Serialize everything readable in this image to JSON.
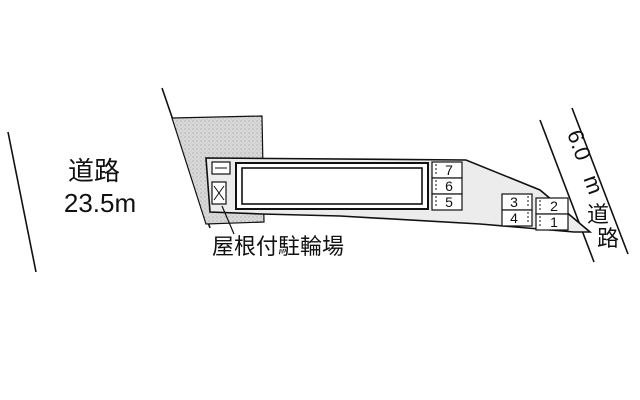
{
  "road_left": {
    "name": "道路",
    "width": "23.5m"
  },
  "road_right": {
    "width_value": "6.0",
    "width_unit": "m",
    "name_char1": "道",
    "name_char2": "路"
  },
  "building_label": "屋根付駐輪場",
  "parking_slots": [
    "1",
    "2",
    "3",
    "4",
    "5",
    "6",
    "7"
  ],
  "colors": {
    "line": "#111111",
    "lot_fill": "#ececec",
    "landscape_fill": "#d6d6d6",
    "building_fill": "#ffffff"
  }
}
